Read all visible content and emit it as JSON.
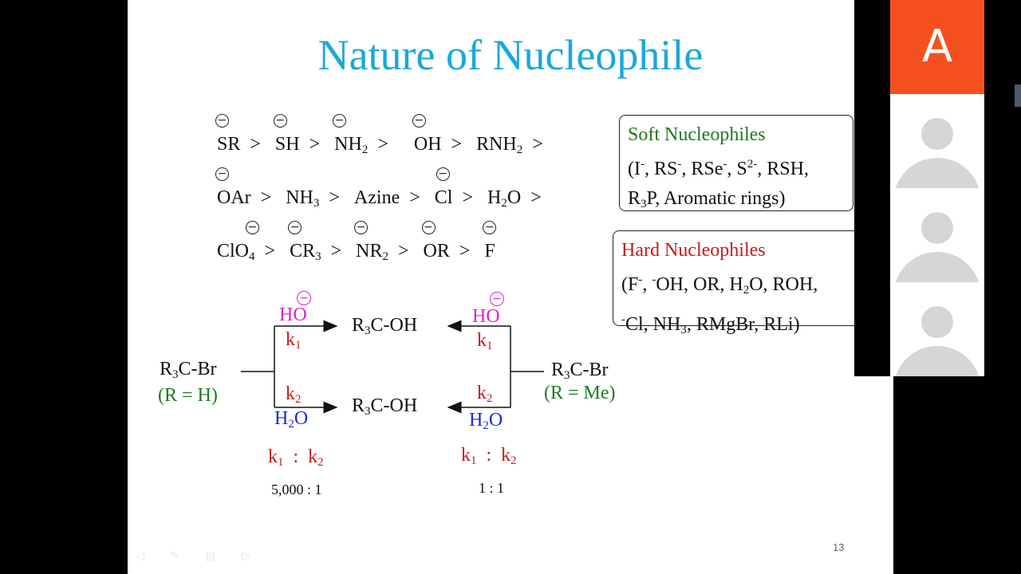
{
  "slide": {
    "title": "Nature of Nucleophile",
    "page_number": "13",
    "nav_icons": "◁ ✎ ▤ ▷"
  },
  "series": {
    "row1": [
      "SR",
      "SH",
      "NH2",
      "OH",
      "RNH2"
    ],
    "row2": [
      "OAr",
      "NH3",
      "Azine",
      "Cl",
      "H2O"
    ],
    "row3": [
      "ClO4",
      "CR3",
      "NR2",
      "OR",
      "F"
    ],
    "gt": ">",
    "neg": "⊖"
  },
  "soft_box": {
    "heading": "Soft Nucleophiles",
    "line1": "(I-, RS-, RSe-, S2-, RSH,",
    "line2": "R3P, Aromatic rings)"
  },
  "hard_box": {
    "heading": "Hard Nucleophiles",
    "line1": "(F-, -OH, OR, H2O, ROH,",
    "line2": "-Cl, NH3, RMgBr, RLi)"
  },
  "scheme": {
    "left_substrate": "R3C-Br",
    "left_r": "(R = H)",
    "right_substrate": "R3C-Br",
    "right_r": "(R = Me)",
    "product": "R3C-OH",
    "hydroxide": "HO",
    "water": "H2O",
    "k1": "k1",
    "k2": "k2",
    "left_ratio_label": "k1 : k2",
    "right_ratio_label": "k1 : k2",
    "left_ratio": "5,000 : 1",
    "right_ratio": "1 : 1"
  },
  "participants": {
    "active_initial": "A",
    "active_color": "#f4511e",
    "avatar_count": 3
  }
}
